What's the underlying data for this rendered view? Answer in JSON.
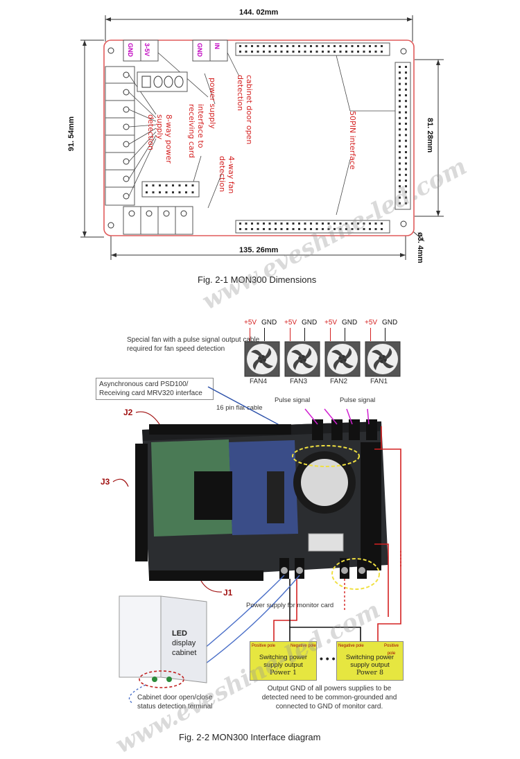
{
  "fig1": {
    "caption": "Fig. 2-1 MON300 Dimensions",
    "dim_width": "144. 02mm",
    "dim_height_left": "91. 54mm",
    "dim_height_right": "81. 28mm",
    "dim_bottom": "135. 26mm",
    "dim_hole": "ø3. 4mm",
    "conn_gnd": "GND",
    "conn_35v": "3-5V",
    "conn_gnd2": "GND",
    "conn_in": "IN",
    "label_cabinet_door": "cabinet door open detection",
    "label_power_supply": "power supply",
    "label_interface_card": "interface to receiving card",
    "label_4way_fan": "4-way fan detection",
    "label_8way_power": "8-way power supply detection",
    "label_50pin": "50PIN interface"
  },
  "fig2": {
    "caption": "Fig. 2-2 MON300 Interface diagram",
    "fan_note": "Special fan with a pulse signal output cable required for fan speed detection",
    "fans": [
      {
        "name": "FAN4",
        "plus": "+5V",
        "gnd": "GND"
      },
      {
        "name": "FAN3",
        "plus": "+5V",
        "gnd": "GND"
      },
      {
        "name": "FAN2",
        "plus": "+5V",
        "gnd": "GND"
      },
      {
        "name": "FAN1",
        "plus": "+5V",
        "gnd": "GND"
      }
    ],
    "pulse1": "Pulse signal",
    "pulse2": "Pulse signal",
    "async_box": "Asynchronous card PSD100/ Receiving card MRV320 interface",
    "flat_cable": "16 pin flat cable",
    "j1": "J1",
    "j2": "J2",
    "j3": "J3",
    "power_monitor": "Power supply for monitor card",
    "led_box_line1": "LED",
    "led_box_line2": "display",
    "led_box_line3": "cabinet",
    "door_note": "Cabinet door open/close status detection terminal",
    "psu1": {
      "title": "Switching power supply output",
      "sub": "Power 1",
      "neg": "Negative pole",
      "pos": "Positive pole"
    },
    "psu8": {
      "title": "Switching power supply output",
      "sub": "Power 8",
      "neg": "Negative pole",
      "pos": "Positive pole"
    },
    "ellipsis": "• • •",
    "gnd_note": "Output GND of all powers supplies to be detected need to be common-grounded and connected to GND of monitor card."
  },
  "watermark": "www.eveshine-led.com",
  "colors": {
    "red": "#d42020",
    "pcb": "#2a2a2a",
    "psu": "#e6e640",
    "blue": "#2a4fa8"
  }
}
